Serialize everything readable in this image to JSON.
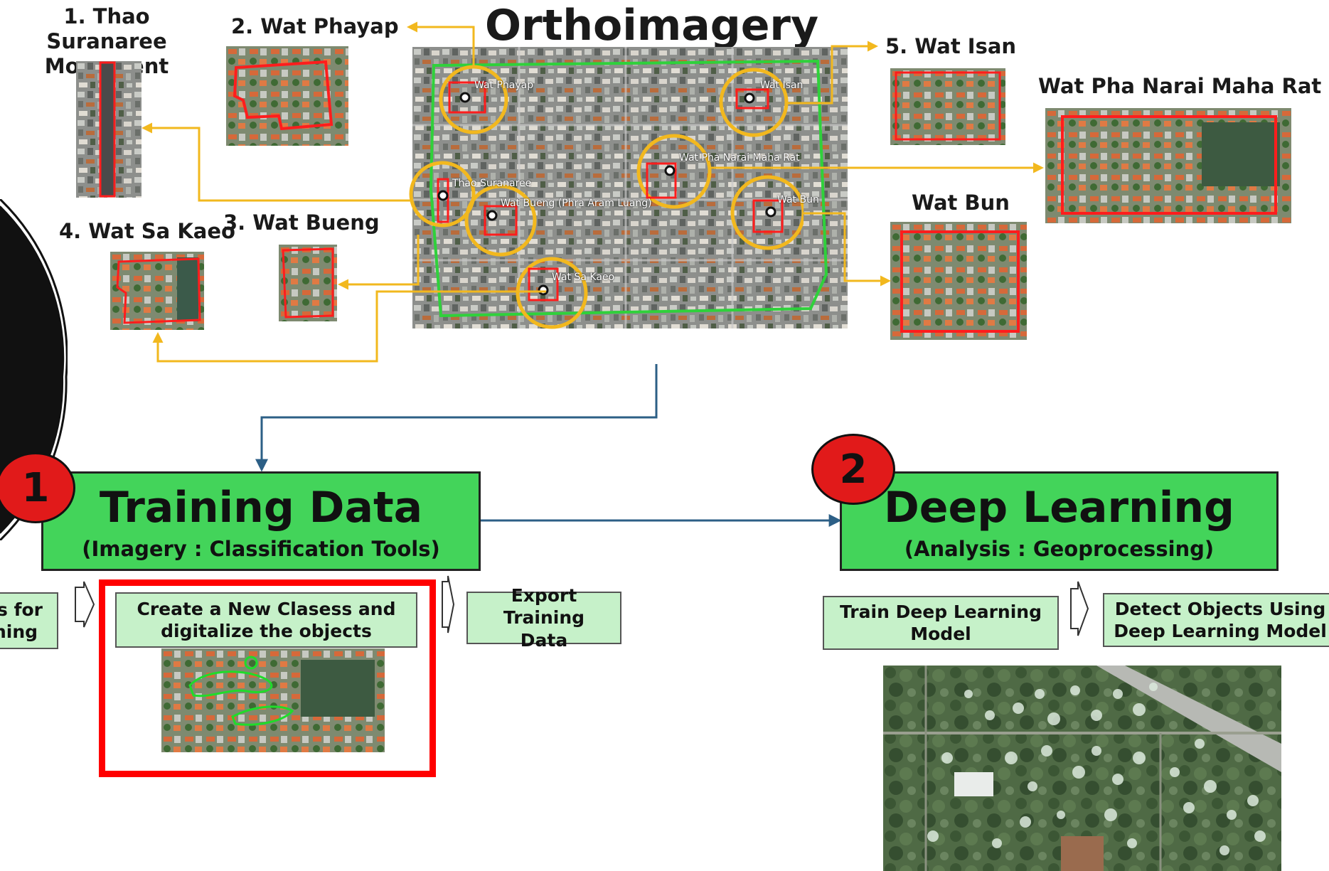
{
  "title": "Orthoimagery",
  "sites": {
    "thao": "1. Thao Suranaree Monument",
    "phayap": "2. Wat Phayap",
    "bueng": "3. Wat Bueng",
    "sakaeo": "4. Wat Sa Kaeo",
    "isan": "5. Wat Isan",
    "pha_narai": "Wat Pha Narai Maha Rat",
    "bun": "Wat Bun"
  },
  "map_labels": {
    "phayap": "Wat Phayap",
    "isan": "Wat Isan",
    "pha_narai": "Wat Pha Narai Maha Rat",
    "thao": "Thao Suranaree",
    "bueng": "Wat Bueng (Phra Aram Luang)",
    "bun": "Wat Bun",
    "sakaeo": "Wat Sa Kaeo"
  },
  "training": {
    "number": "1",
    "title": "Training Data",
    "subtitle": "(Imagery : Classification Tools)",
    "step_left": "ts for\nning",
    "step_create": "Create a New Clasess and\ndigitalize the objects",
    "step_export": "Export Training\nData"
  },
  "deep": {
    "number": "2",
    "title": "Deep Learning",
    "subtitle": "(Analysis : Geoprocessing)",
    "step_train": "Train Deep Learning\nModel",
    "step_detect": "Detect Objects Using\nDeep Learning Model"
  },
  "colors": {
    "green_box": "#43d45a",
    "light_green": "#c6f1c9",
    "arrow_orange": "#f2b81e",
    "arrow_blue": "#2c5f86",
    "highlight_red": "#ff0000",
    "badge_red": "#e11a1a",
    "boundary_green": "#2fd13b"
  }
}
